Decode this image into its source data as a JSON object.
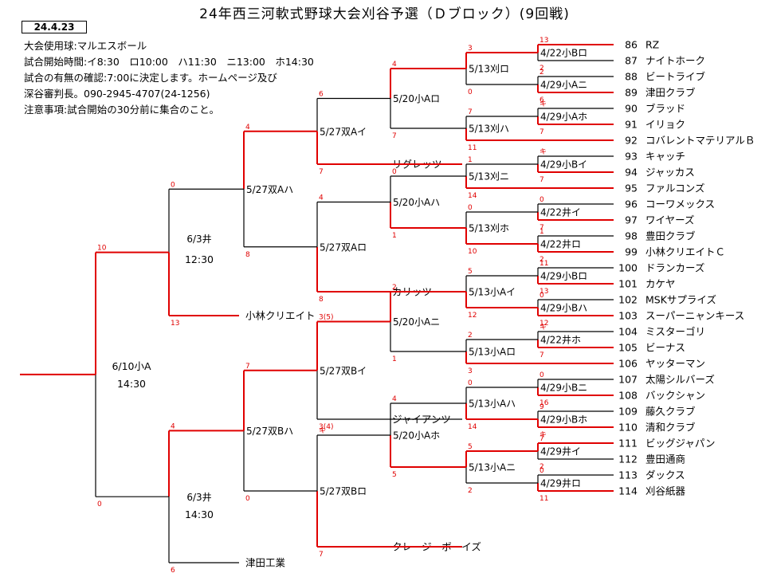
{
  "title": "24年西三河軟式野球大会刈谷予選（Ｄブロック）(9回戦)",
  "date": "24.4.23",
  "info": [
    "大会使用球:マルエスボール",
    "試合開始時間:イ8:30　ロ10:00　ハ11:30　ニ13:00　ホ14:30",
    "試合の有無の確認:7:00に決定します。ホームページ及び",
    "深谷審判長。090-2945-4707(24-1256)",
    "注意事項:試合開始の30分前に集合のこと。"
  ],
  "colors": {
    "winner_line": "#e00000",
    "loser_line": "#000000",
    "score": "#e00000"
  },
  "teams": [
    {
      "no": "86",
      "name": "RZ"
    },
    {
      "no": "87",
      "name": "ナイトホーク"
    },
    {
      "no": "88",
      "name": "ビートライブ"
    },
    {
      "no": "89",
      "name": "津田クラブ"
    },
    {
      "no": "90",
      "name": "ブラッド"
    },
    {
      "no": "91",
      "name": "イリョク"
    },
    {
      "no": "92",
      "name": "コバレントマテリアルＢ"
    },
    {
      "no": "93",
      "name": "キャッチ"
    },
    {
      "no": "94",
      "name": "ジャッカス"
    },
    {
      "no": "95",
      "name": "ファルコンズ"
    },
    {
      "no": "96",
      "name": "コーワメックス"
    },
    {
      "no": "97",
      "name": "ワイヤーズ"
    },
    {
      "no": "98",
      "name": "豊田クラブ"
    },
    {
      "no": "99",
      "name": "小林クリエイトＣ"
    },
    {
      "no": "100",
      "name": "ドランカーズ"
    },
    {
      "no": "101",
      "name": "カケヤ"
    },
    {
      "no": "102",
      "name": "MSKサプライズ"
    },
    {
      "no": "103",
      "name": "スーパーニャンキース"
    },
    {
      "no": "104",
      "name": "ミスターゴリ"
    },
    {
      "no": "105",
      "name": "ビーナス"
    },
    {
      "no": "106",
      "name": "ヤッターマン"
    },
    {
      "no": "107",
      "name": "太陽シルバーズ"
    },
    {
      "no": "108",
      "name": "バックシャン"
    },
    {
      "no": "109",
      "name": "藤久クラブ"
    },
    {
      "no": "110",
      "name": "清和クラブ"
    },
    {
      "no": "111",
      "name": "ビッグジャパン"
    },
    {
      "no": "112",
      "name": "豊田通商"
    },
    {
      "no": "113",
      "name": "ダックス"
    },
    {
      "no": "114",
      "name": "刈谷紙器"
    }
  ],
  "seeded_teams": [
    "リグレッツ",
    "カリッツー",
    "小林クリエイト",
    "ジャイアンツ",
    "クレージーボーイズ",
    "津田工業"
  ],
  "match_labels": {
    "r1": [
      "4/22小Bロ",
      "4/29小Aニ",
      "4/29小Aホ",
      "4/29小Bイ",
      "4/22井イ",
      "4/22井ロ",
      "4/29小Bロ",
      "4/29小Bハ",
      "4/22井ホ",
      "4/29小Bニ",
      "4/29小Bホ",
      "4/29井イ",
      "4/29井ロ"
    ],
    "r2": [
      "5/13刈ロ",
      "5/13刈ハ",
      "5/13刈ニ",
      "5/13刈ホ",
      "5/13小Aイ",
      "5/13小Aロ",
      "5/13小Aハ",
      "5/13小Aニ"
    ],
    "r3": [
      "5/20小Aロ",
      "5/20小Aハ",
      "5/20小Aニ",
      "5/20小Aホ"
    ],
    "r4": [
      "5/27双Aイ",
      "5/27双Aロ",
      "5/27双Bイ",
      "5/27双Bロ"
    ],
    "r5": [
      "5/27双Aハ",
      "5/27双Bハ"
    ],
    "r6": [
      "6/3井",
      "12:30",
      "6/3井",
      "14:30"
    ],
    "final": [
      "6/10小A",
      "14:30"
    ]
  },
  "scores": {
    "r1": [
      [
        "13",
        "2"
      ],
      [
        "2",
        "6"
      ],
      [
        "キ",
        "7"
      ],
      [
        "キ",
        "7"
      ],
      [
        "0",
        "7"
      ],
      [
        "1",
        "2"
      ],
      [
        "11",
        "13"
      ],
      [
        "0",
        "12"
      ],
      [
        "キ",
        "7"
      ],
      [
        "0",
        "16"
      ],
      [
        "9",
        "キ"
      ],
      [
        "7",
        "2"
      ],
      [
        "0",
        "11"
      ]
    ],
    "r2": [
      [
        "3",
        "0"
      ],
      [
        "7",
        "11"
      ],
      [
        "1",
        "14"
      ],
      [
        "0",
        "10"
      ],
      [
        "5",
        "12"
      ],
      [
        "2",
        "3"
      ],
      [
        "0",
        "14"
      ],
      [
        "5",
        "2"
      ]
    ],
    "r3": [
      [
        "4",
        "7"
      ],
      [
        "0",
        "1"
      ],
      [
        "2",
        "1"
      ],
      [
        "4",
        "5"
      ]
    ],
    "r4": [
      [
        "6",
        "7"
      ],
      [
        "4",
        "8"
      ],
      [
        "3(5)",
        "3(4)"
      ],
      [
        "キ",
        "7"
      ]
    ],
    "r5": [
      [
        "4",
        "8"
      ],
      [
        "7",
        "0"
      ]
    ],
    "r6": [
      [
        "0",
        "13"
      ],
      [
        "4",
        "6"
      ]
    ],
    "final": [
      "10",
      "0"
    ]
  }
}
